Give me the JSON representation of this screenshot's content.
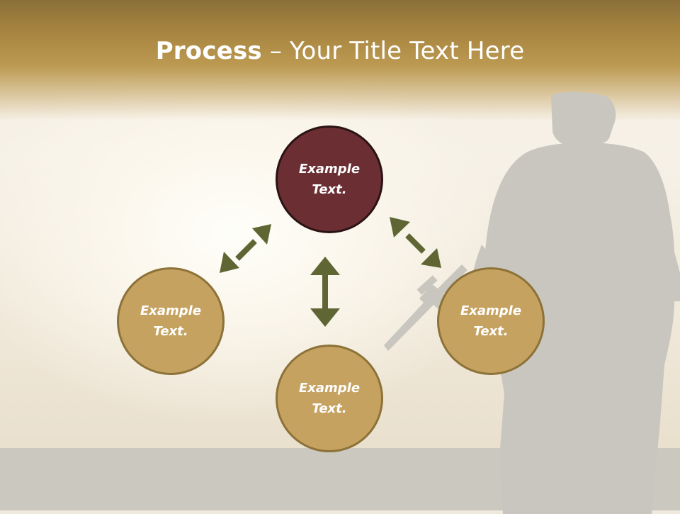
{
  "slide": {
    "title_bold": "Process",
    "title_rest": " – Your Title Text Here"
  },
  "circles": [
    {
      "label_line1": "Example",
      "label_line2": "Text.",
      "color": "#6b2f33"
    },
    {
      "label_line1": "Example",
      "label_line2": "Text.",
      "color": "#c6a260"
    },
    {
      "label_line1": "Example",
      "label_line2": "Text.",
      "color": "#c6a260"
    },
    {
      "label_line1": "Example",
      "label_line2": "Text.",
      "color": "#c6a260"
    }
  ],
  "colors": {
    "arrow": "#5f6634",
    "title_band": "#a6843f",
    "silhouette": "#c8c6bf"
  }
}
